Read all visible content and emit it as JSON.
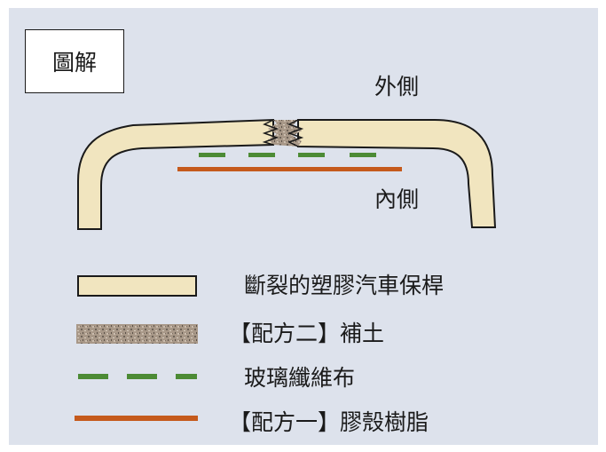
{
  "title": "圖解",
  "labels": {
    "outer": "外側",
    "inner": "內側"
  },
  "legend": [
    {
      "icon": "bumper-swatch-icon",
      "label": "斷裂的塑膠汽車保桿"
    },
    {
      "icon": "putty-swatch-icon",
      "label": "【配方二】補土"
    },
    {
      "icon": "fiberglass-dashed-line-icon",
      "label": "玻璃纖維布"
    },
    {
      "icon": "resin-line-icon",
      "label": "【配方一】膠殼樹脂"
    }
  ],
  "colors": {
    "background": "#dde2ec",
    "bumper_fill": "#f1e5bf",
    "putty": "#a89888",
    "fiberglass": "#4c8b35",
    "resin": "#c55a1c",
    "outline": "#1a1a1a"
  }
}
